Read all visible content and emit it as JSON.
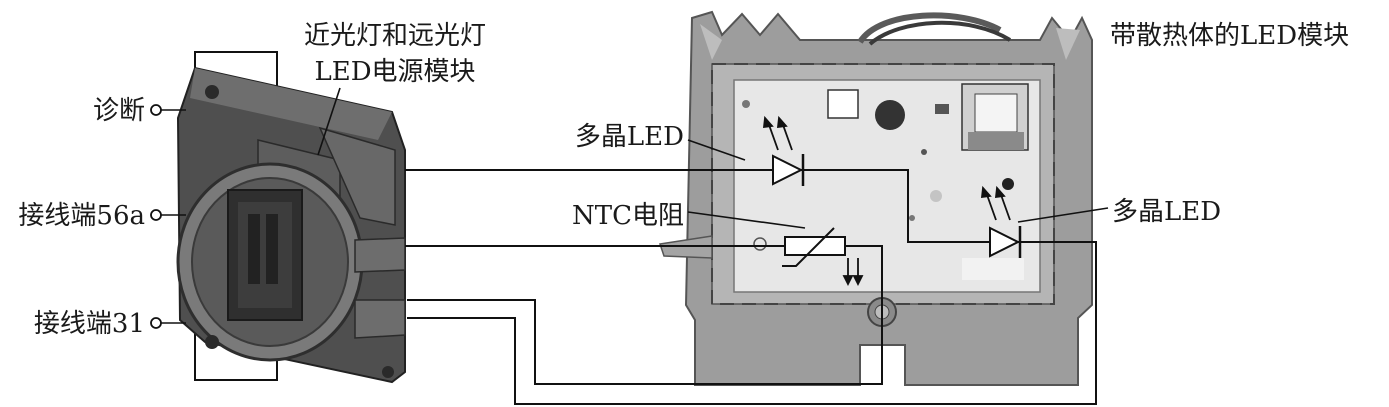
{
  "labels": {
    "power_module": [
      "近光灯和远光灯",
      "LED电源模块"
    ],
    "led_module_heatsink": "带散热体的LED模块",
    "diagnosis": "诊断",
    "terminal_56a": "接线端56a",
    "terminal_31": "接线端31",
    "multi_led_left": "多晶LED",
    "ntc_resistor": "NTC电阻",
    "multi_led_right": "多晶LED"
  },
  "colors": {
    "line": "#111111",
    "housing_dark": "#4a4a4a",
    "housing_mid": "#6b6b6b",
    "heatsink": "#9a9a9a",
    "board": "#e9e9e9"
  }
}
